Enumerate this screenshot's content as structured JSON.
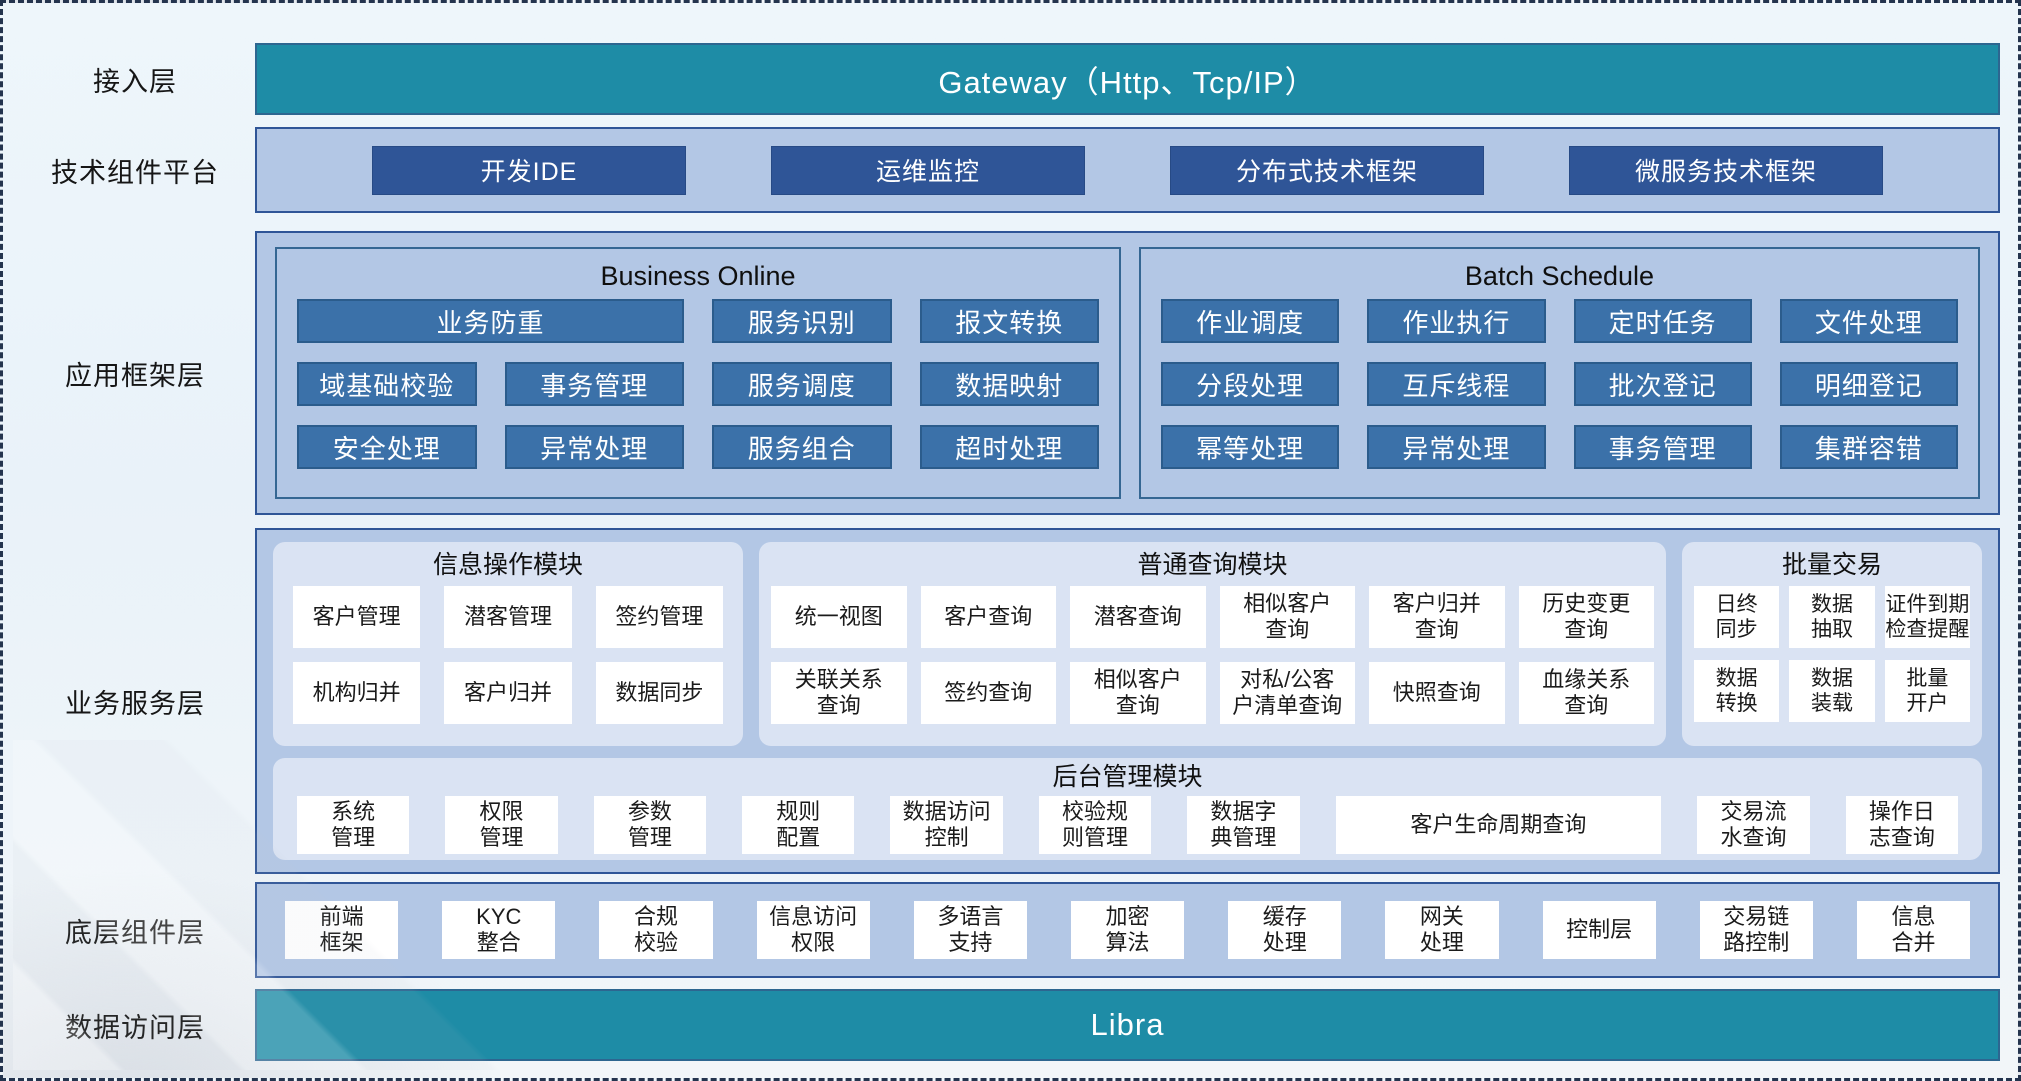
{
  "colors": {
    "teal": "#1e8ca6",
    "teal_border": "#2d6690",
    "navy": "#2f5597",
    "panel_blue": "#b3c7e5",
    "framework_button": "#3b71a9",
    "module_bg": "#dae3f3",
    "white_box": "#ffffff",
    "dashed_border": "#24344e"
  },
  "layers": {
    "access": {
      "label": "接入层",
      "gateway": "Gateway（Http、Tcp/IP）"
    },
    "tech_platform": {
      "label": "技术组件平台",
      "items": [
        "开发IDE",
        "运维监控",
        "分布式技术框架",
        "微服务技术框架"
      ]
    },
    "app_framework": {
      "label": "应用框架层",
      "business_online": {
        "title": "Business Online",
        "boxes": [
          "业务防重",
          "服务识别",
          "报文转换",
          "域基础校验",
          "事务管理",
          "服务调度",
          "数据映射",
          "安全处理",
          "异常处理",
          "服务组合",
          "超时处理"
        ]
      },
      "batch_schedule": {
        "title": "Batch Schedule",
        "boxes": [
          "作业调度",
          "作业执行",
          "定时任务",
          "文件处理",
          "分段处理",
          "互斥线程",
          "批次登记",
          "明细登记",
          "幂等处理",
          "异常处理",
          "事务管理",
          "集群容错"
        ]
      }
    },
    "business_service": {
      "label": "业务服务层",
      "info_module": {
        "title": "信息操作模块",
        "boxes": [
          "客户管理",
          "潜客管理",
          "签约管理",
          "机构归并",
          "客户归并",
          "数据同步"
        ]
      },
      "query_module": {
        "title": "普通查询模块",
        "boxes": [
          "统一视图",
          "客户查询",
          "潜客查询",
          "相似客户\n查询",
          "客户归并\n查询",
          "历史变更\n查询",
          "关联关系\n查询",
          "签约查询",
          "相似客户\n查询",
          "对私/公客\n户清单查询",
          "快照查询",
          "血缘关系\n查询"
        ]
      },
      "batch_trade_module": {
        "title": "批量交易",
        "boxes": [
          "日终\n同步",
          "数据\n抽取",
          "证件到期\n检查提醒",
          "数据\n转换",
          "数据\n装载",
          "批量\n开户"
        ]
      },
      "admin_module": {
        "title": "后台管理模块",
        "boxes": [
          "系统\n管理",
          "权限\n管理",
          "参数\n管理",
          "规则\n配置",
          "数据访问\n控制",
          "校验规\n则管理",
          "数据字\n典管理",
          "客户生命周期查询",
          "交易流\n水查询",
          "操作日\n志查询"
        ]
      }
    },
    "base_components": {
      "label": "底层组件层",
      "boxes": [
        "前端\n框架",
        "KYC\n整合",
        "合规\n校验",
        "信息访问\n权限",
        "多语言\n支持",
        "加密\n算法",
        "缓存\n处理",
        "网关\n处理",
        "控制层",
        "交易链\n路控制",
        "信息\n合并"
      ]
    },
    "data_access": {
      "label": "数据访问层",
      "box": "Libra"
    }
  }
}
